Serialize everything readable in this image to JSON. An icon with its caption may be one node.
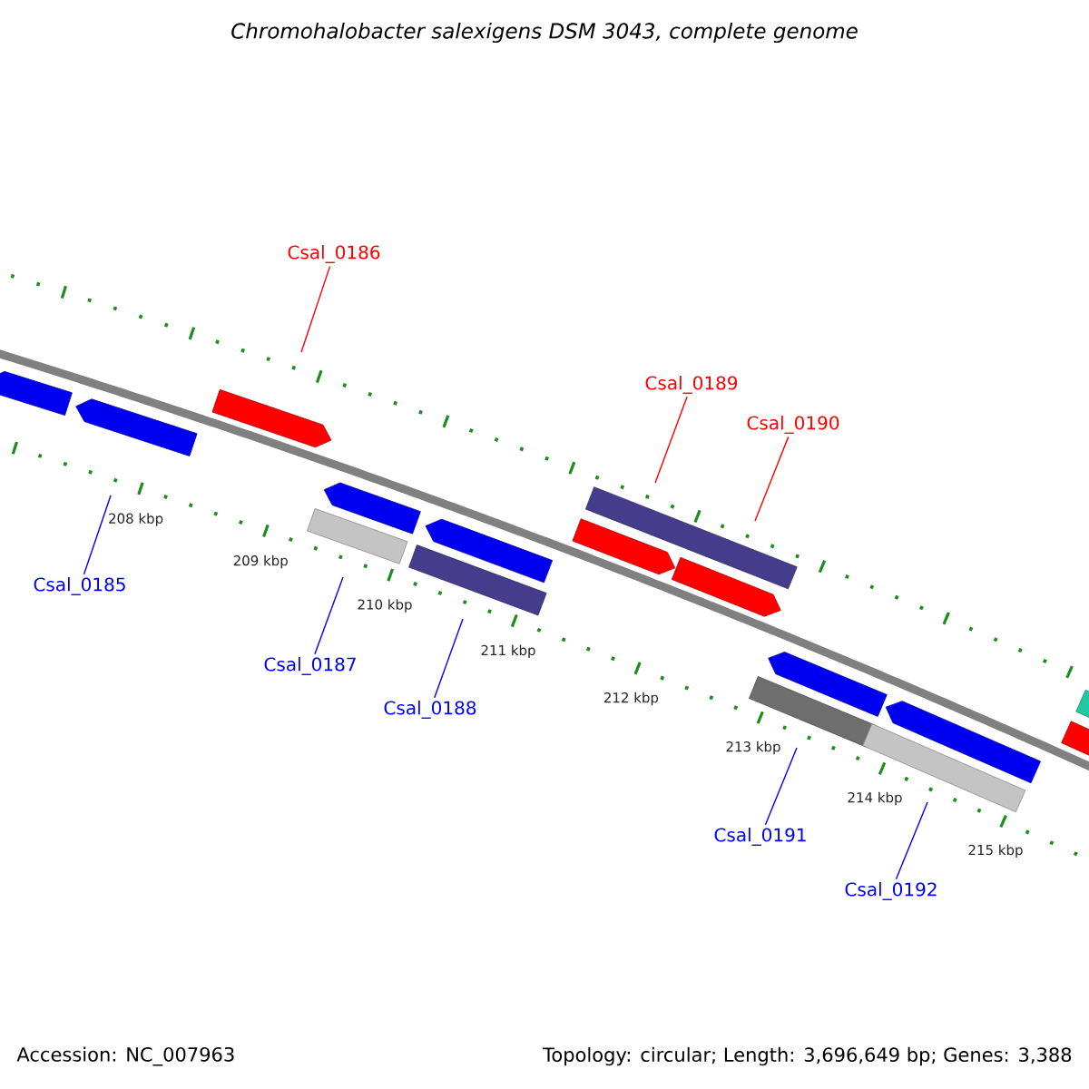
{
  "diagram": {
    "title": "Chromohalobacter salexigens DSM 3043, complete genome",
    "nodes": [
      {
        "text": [
          "Csal_0186"
        ]
      },
      {
        "text": [
          "Csal_0189"
        ]
      },
      {
        "text": [
          "Csal_0190"
        ]
      },
      {
        "text": [
          "Csal_0185"
        ]
      },
      {
        "text": [
          "Csal_0187"
        ]
      },
      {
        "text": [
          "Csal_0188"
        ]
      },
      {
        "text": [
          "Csal_0191"
        ]
      },
      {
        "text": [
          "Csal_0192"
        ]
      }
    ],
    "edges": [
      {
        "from": 0,
        "to": null,
        "arrow": "none",
        "color": "#ff0000"
      },
      {
        "from": 1,
        "to": null,
        "arrow": "none",
        "color": "#ff0000"
      },
      {
        "from": 2,
        "to": null,
        "arrow": "none",
        "color": "#ff0000"
      },
      {
        "from": 3,
        "to": null,
        "arrow": "none"
      },
      {
        "from": 4,
        "to": null,
        "arrow": "none"
      },
      {
        "from": 5,
        "to": null,
        "arrow": "none"
      },
      {
        "from": 6,
        "to": null,
        "arrow": "none"
      },
      {
        "from": 7,
        "to": null,
        "arrow": "none"
      }
    ],
    "labels": [
      "208 kbp",
      "209 kbp",
      "210 kbp",
      "211 kbp",
      "212 kbp",
      "213 kbp",
      "214 kbp",
      "215 kbp",
      "Accession: NC_007963",
      "Topology: circular; Length: 3,696,649 bp; Genes: 3,388"
    ]
  }
}
